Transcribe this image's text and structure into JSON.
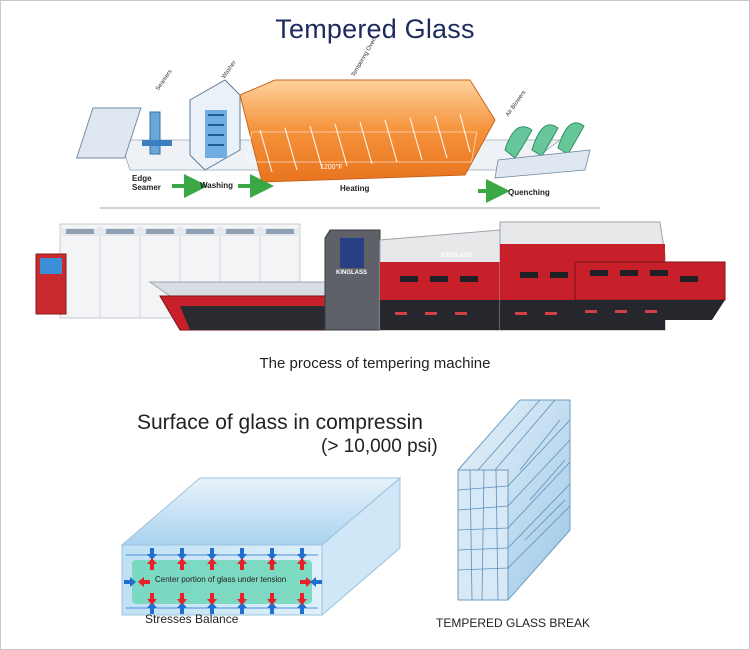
{
  "title": "Tempered Glass",
  "process_diagram": {
    "labels": {
      "seamers": "Seamers",
      "washer": "Washer",
      "tempering_oven": "Tempering Oven",
      "air_blowers": "Air Blowers",
      "temperature": "1200°F"
    },
    "steps": {
      "edge_seamer": "Edge Seamer",
      "washing": "Washing",
      "heating": "Heating",
      "quenching": "Quenching"
    }
  },
  "machine": {
    "brand": "KINGLASS",
    "caption": "The process of tempering machine"
  },
  "stress_diagram": {
    "heading_line1": "Surface of glass in compressin",
    "heading_line2": "(> 10,000 psi)",
    "tension_label": "Center portion of glass under tension",
    "balance_label": "Stresses Balance"
  },
  "break_diagram": {
    "label": "TEMPERED GLASS BREAK"
  },
  "colors": {
    "title": "#1d2a5e",
    "oven": "#f5923a",
    "machine_red": "#c8202a",
    "arrow_green": "#3aa845",
    "compression_blue": "#1f6fd0",
    "tension_red": "#e8202a",
    "tension_fill": "#6fd6b8"
  }
}
